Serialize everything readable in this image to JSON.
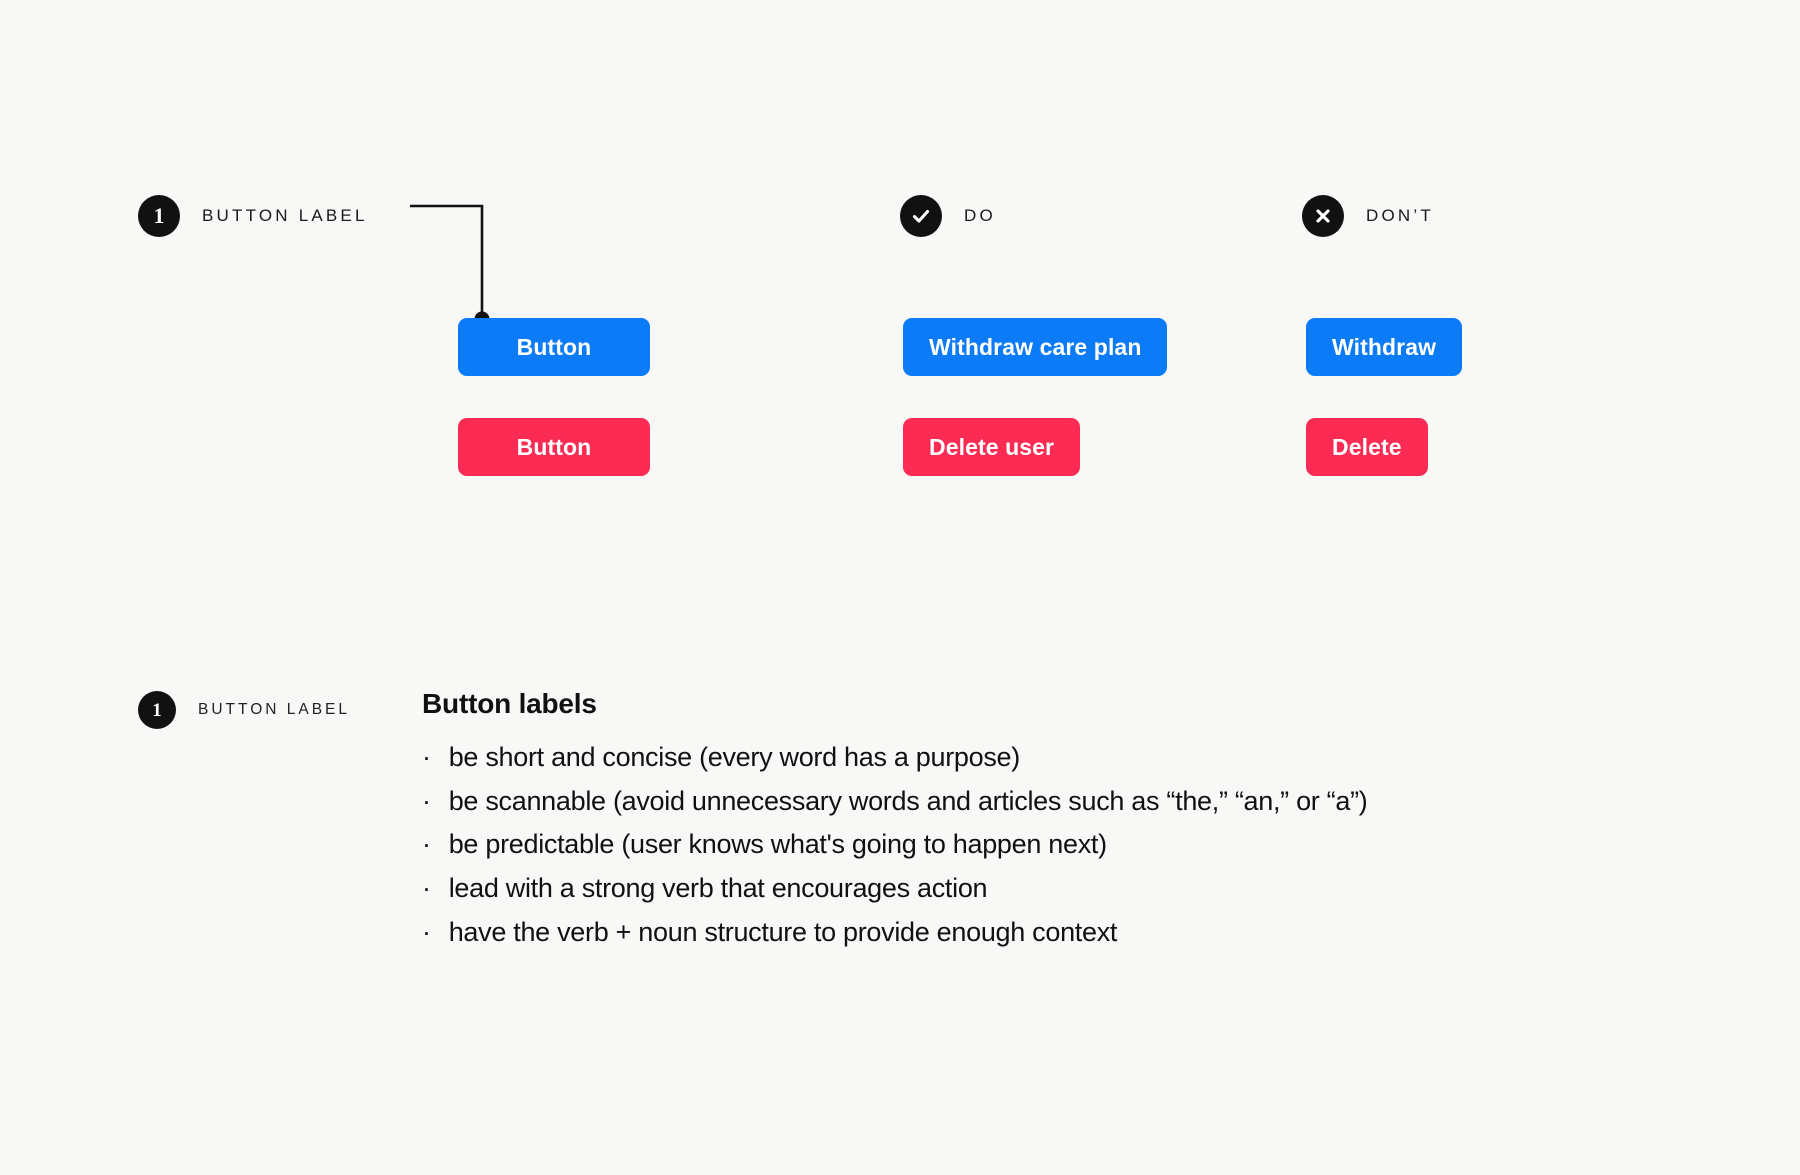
{
  "background_color": "#f8f8f7",
  "colors": {
    "primary": "#0b7bf7",
    "danger": "#fb2b53",
    "ink": "#111111"
  },
  "annotations": {
    "number_badge": "1",
    "button_label_kicker": "BUTTON LABEL",
    "do_label": "DO",
    "dont_label": "DON’T"
  },
  "example_column": {
    "primary_button": "Button",
    "danger_button": "Button"
  },
  "do_column": {
    "primary_button": "Withdraw care plan",
    "danger_button": "Delete user"
  },
  "dont_column": {
    "primary_button": "Withdraw",
    "danger_button": "Delete"
  },
  "guidance": {
    "badge": "1",
    "kicker": "BUTTON LABEL",
    "title": "Button labels",
    "bullet_glyph": "·",
    "rules": [
      "be short and concise (every word has a purpose)",
      "be scannable (avoid unnecessary words and articles such as “the,” “an,” or “a”)",
      "be predictable (user knows what's going to happen next)",
      "lead with a strong verb that encourages action",
      "have the verb + noun structure to provide enough context"
    ]
  }
}
